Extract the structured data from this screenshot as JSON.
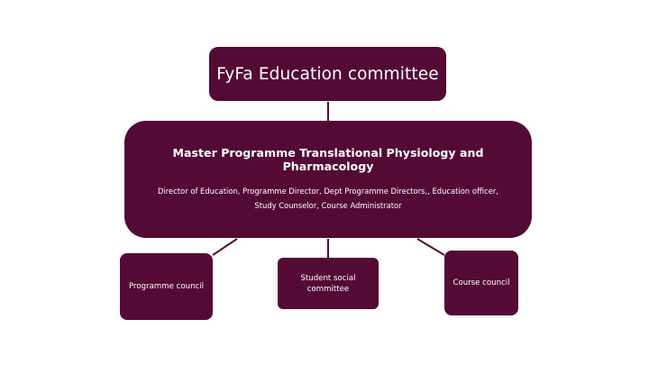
{
  "diagram": {
    "top_node": {
      "label": "FyFa Education committee"
    },
    "main_node": {
      "title": "Master Programme Translational Physiology and Pharmacology",
      "members_line1": "Director of Education, Programme Director, Dept Programme Directors,, Education officer,",
      "members_line2": "Study Counselor, Course Administrator"
    },
    "child_nodes": [
      {
        "label": "Programme council"
      },
      {
        "label_line1": "Student social",
        "label_line2": "committee"
      },
      {
        "label": "Course council"
      }
    ],
    "colors": {
      "node_fill": "#530a34",
      "node_text": "#ffffff",
      "connector": "#530a34",
      "background": "#ffffff"
    }
  }
}
